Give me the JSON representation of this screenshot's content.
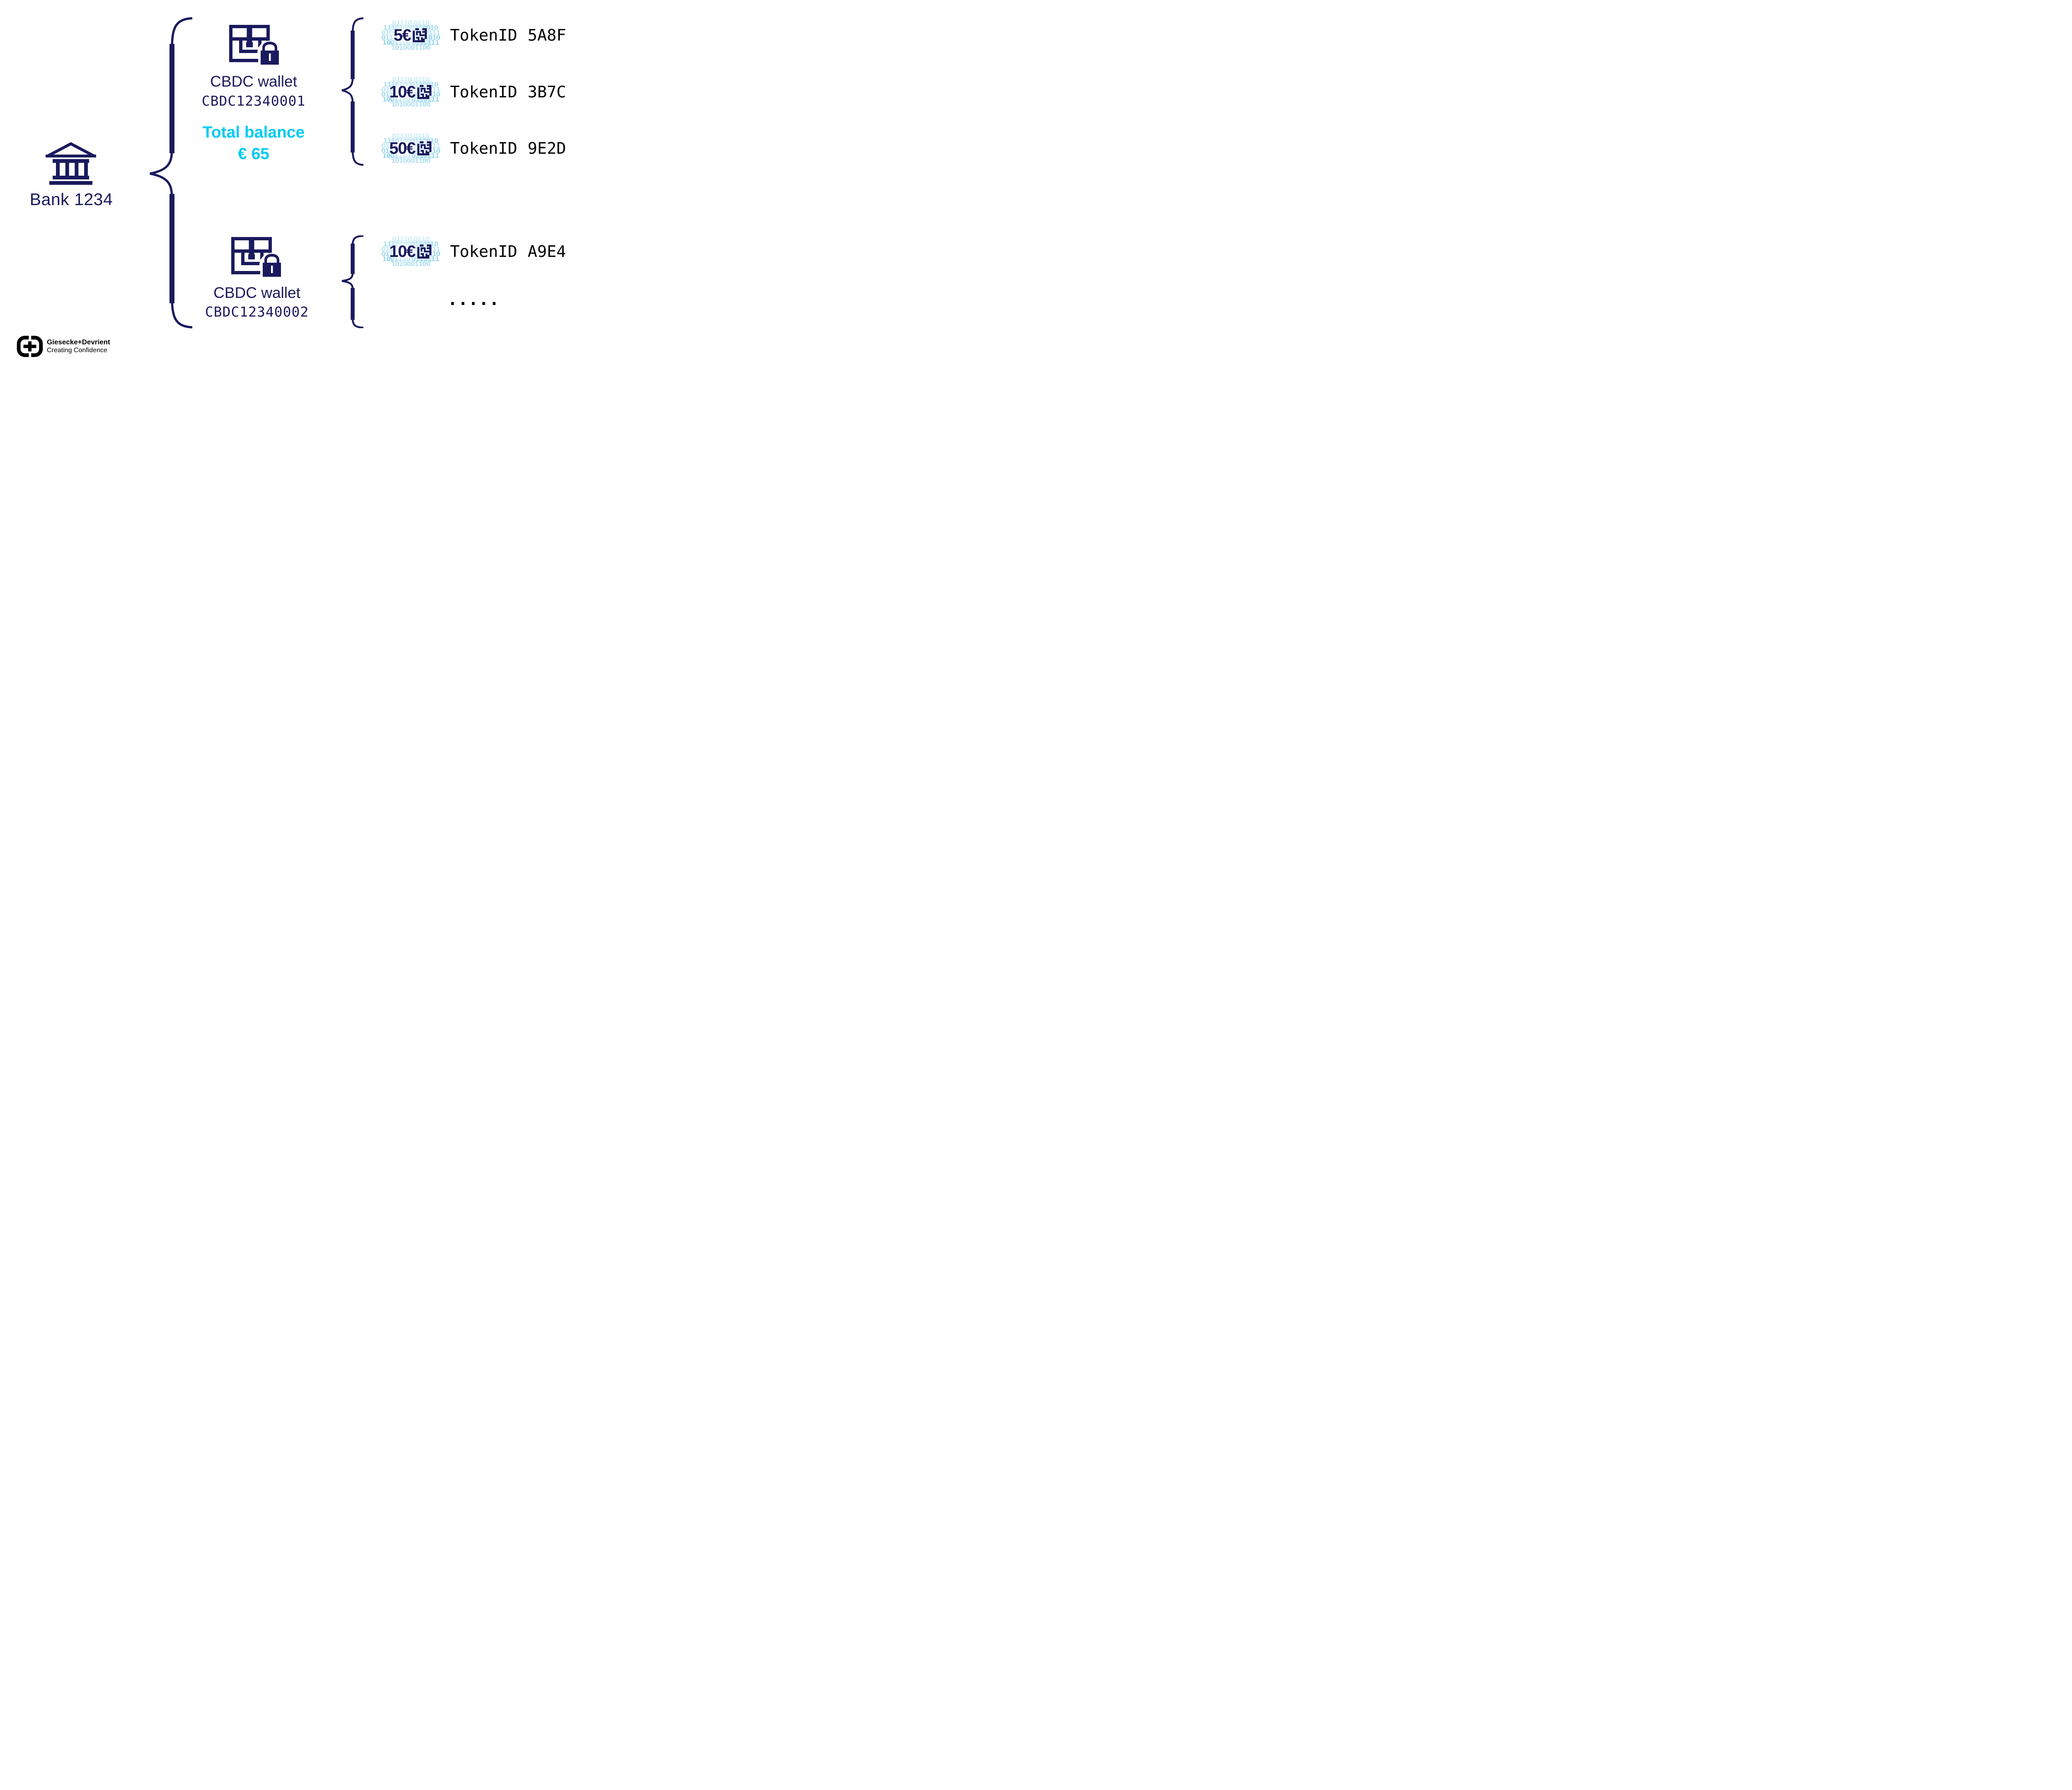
{
  "bank": {
    "label": "Bank 1234"
  },
  "wallets": [
    {
      "title": "CBDC wallet",
      "id": "CBDC12340001",
      "balance_label": "Total balance",
      "balance_value": "€ 65",
      "tokens": [
        {
          "value": "5€",
          "label": "TokenID",
          "id": "5A8F"
        },
        {
          "value": "10€",
          "label": "TokenID",
          "id": "3B7C"
        },
        {
          "value": "50€",
          "label": "TokenID",
          "id": "9E2D"
        }
      ]
    },
    {
      "title": "CBDC wallet",
      "id": "CBDC12340002",
      "tokens": [
        {
          "value": "10€",
          "label": "TokenID",
          "id": "A9E4"
        }
      ],
      "more_tokens": "....."
    }
  ],
  "token_binary_rows": [
    "01110 0110",
    "11101000110010",
    "010011000110111",
    "011101100011010",
    "1001110 0110111",
    "1010001100"
  ],
  "logo": {
    "name": "Giesecke+Devrient",
    "tagline": "Creating Confidence"
  },
  "colors": {
    "navy": "#1a1a5e",
    "cyan": "#00cbf2",
    "binary_cyan": "#b9e4f3",
    "black": "#000000"
  }
}
